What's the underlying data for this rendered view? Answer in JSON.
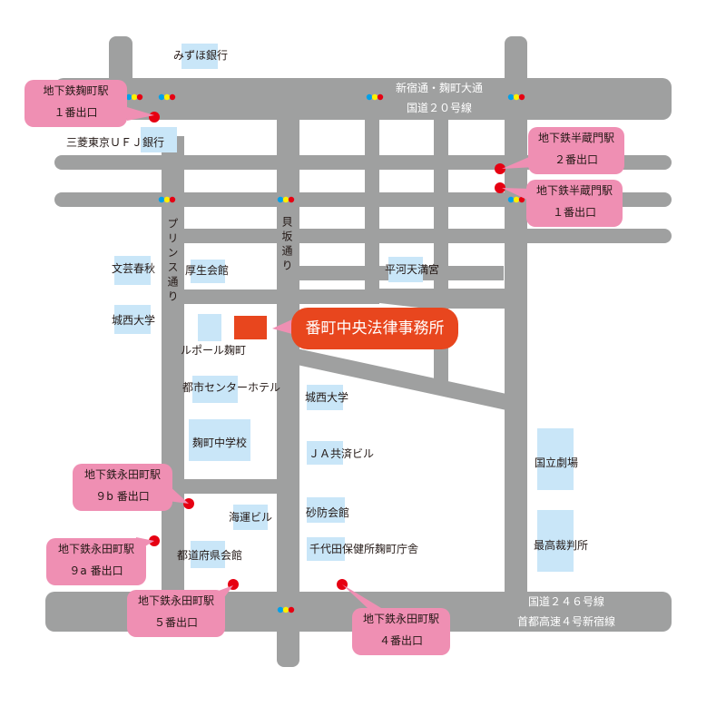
{
  "office": {
    "name": "番町中央法律事務所"
  },
  "roads": {
    "shinjuku_dori": "新宿通・麹町大通",
    "route20": "国道２０号線",
    "route246": "国道２４６号線",
    "shuto4": "首都高速４号新宿線",
    "prince_dori": "プリンス通り",
    "kaizaka_dori": "貝坂通り"
  },
  "landmarks": {
    "mizuho": "みずほ銀行",
    "mufg": "三菱東京ＵＦＪ銀行",
    "bungeishunju": "文芸春秋",
    "josai_left": "城西大学",
    "kosei_kaikan": "厚生会館",
    "hirakawa": "平河天満宮",
    "lupor": "ルポール麹町",
    "toshi_center": "都市センターホテル",
    "josai_right": "城西大学",
    "koujimachi_jhs": "麹町中学校",
    "ja_kyosai": "ＪＡ共済ビル",
    "kaiun": "海運ビル",
    "sabo": "砂防会館",
    "todofuken": "都道府県会館",
    "chiyoda_hoken": "千代田保健所麹町庁舎",
    "kokuritsu": "国立劇場",
    "saikosai": "最高裁判所"
  },
  "stations": {
    "koujimachi1": {
      "line1": "地下鉄麹町駅",
      "line2": "１番出口"
    },
    "hanzomon2": {
      "line1": "地下鉄半蔵門駅",
      "line2": "２番出口"
    },
    "hanzomon1": {
      "line1": "地下鉄半蔵門駅",
      "line2": "１番出口"
    },
    "nagatacho9b": {
      "line1": "地下鉄永田町駅",
      "line2": "９b 番出口"
    },
    "nagatacho9a": {
      "line1": "地下鉄永田町駅",
      "line2": "９a 番出口"
    },
    "nagatacho5": {
      "line1": "地下鉄永田町駅",
      "line2": "５番出口"
    },
    "nagatacho4": {
      "line1": "地下鉄永田町駅",
      "line2": "４番出口"
    }
  },
  "colors": {
    "road": "#9fa0a0",
    "building": "#c9e6f8",
    "callout": "#ef8fb3",
    "exit_dot": "#e60012",
    "office": "#e8461e",
    "signal_blue": "#00a0e9",
    "signal_yellow": "#fff100",
    "signal_red": "#e60012"
  }
}
